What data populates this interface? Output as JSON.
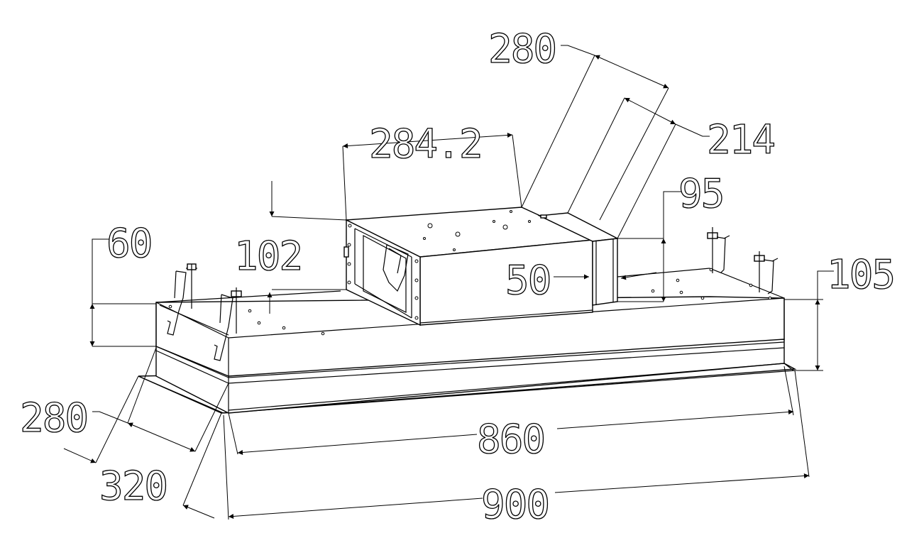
{
  "dimensions": {
    "top_280": "280",
    "top_214": "214",
    "width_2842": "284.2",
    "height_95": "95",
    "height_102": "102",
    "offset_50": "50",
    "height_60": "60",
    "height_105": "105",
    "depth_280": "280",
    "depth_320": "320",
    "length_860": "860",
    "length_900": "900"
  }
}
